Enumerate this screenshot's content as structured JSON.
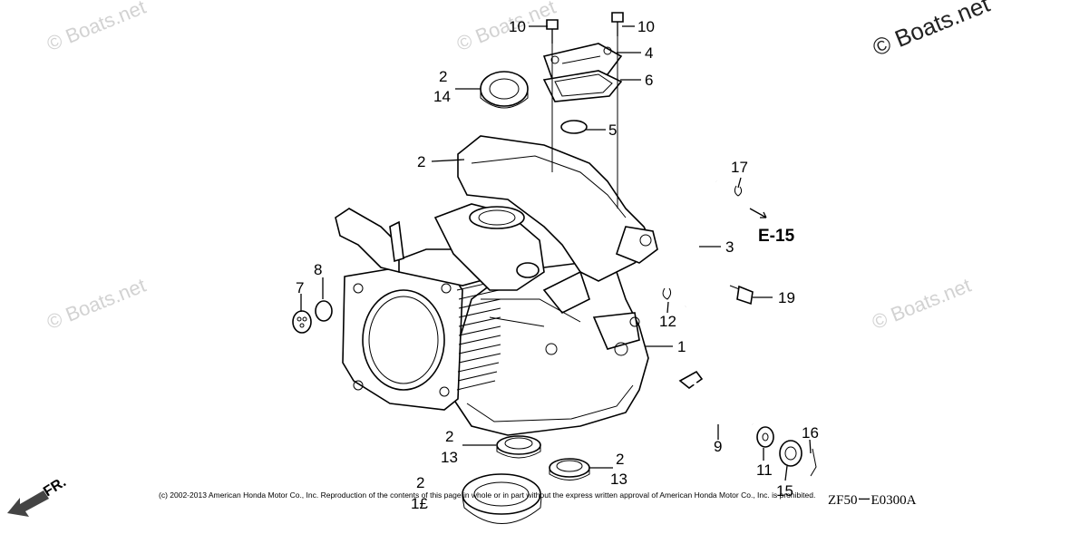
{
  "watermark": {
    "text": "© Boats.net"
  },
  "diagram_code": "ZF50ーE0300A",
  "copyright": "(c) 2002-2013 American Honda Motor Co., Inc. Reproduction of the contents of this page in whole or in part without the express written approval of American Honda Motor Co., Inc. is prohibited.",
  "front_marker": "FR.",
  "reference": "E-15",
  "callouts": {
    "c10a": "10",
    "c10b": "10",
    "c4": "4",
    "c6": "6",
    "c2a": "2",
    "c14": "14",
    "c5": "5",
    "c2b": "2",
    "c17": "17",
    "c3": "3",
    "c8": "8",
    "c7": "7",
    "c19": "19",
    "c12": "12",
    "c1": "1",
    "c9": "9",
    "c16": "16",
    "c11": "11",
    "c15": "15",
    "c2c": "2",
    "c13a": "13",
    "c2d": "2",
    "c13b": "13",
    "c2e": "2",
    "c18": "1£"
  }
}
